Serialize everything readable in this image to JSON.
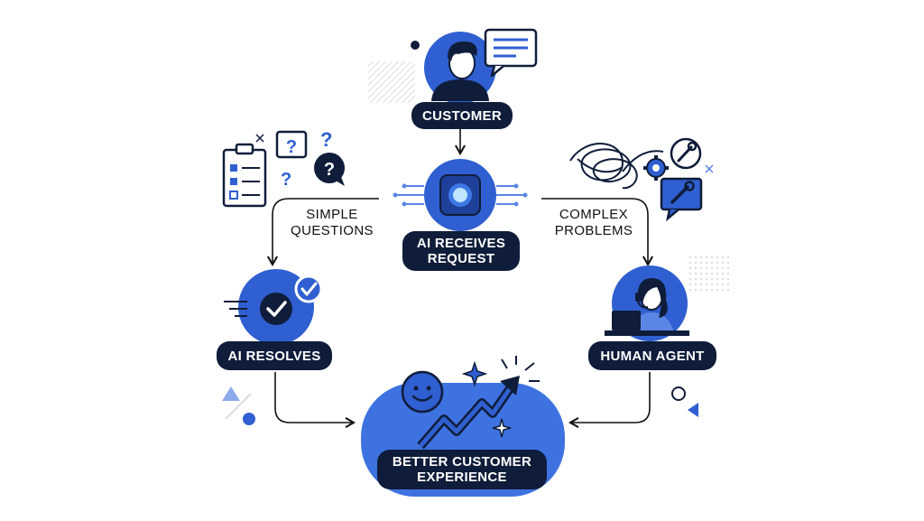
{
  "nodes": {
    "customer": "CUSTOMER",
    "ai_receives_line1": "AI RECEIVES",
    "ai_receives_line2": "REQUEST",
    "ai_resolves": "AI RESOLVES",
    "human_agent": "HUMAN AGENT",
    "better_line1": "BETTER CUSTOMER",
    "better_line2": "EXPERIENCE"
  },
  "branches": {
    "simple_line1": "SIMPLE",
    "simple_line2": "QUESTIONS",
    "complex_line1": "COMPLEX",
    "complex_line2": "PROBLEMS"
  },
  "colors": {
    "primary": "#2f5fd0",
    "dark": "#0f1d3a",
    "light": "#5b86e5"
  }
}
